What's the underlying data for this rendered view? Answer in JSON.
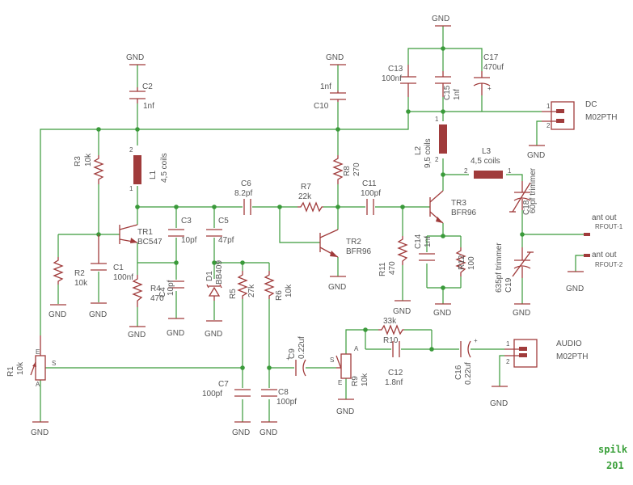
{
  "gnd": "GND",
  "components": {
    "C2": {
      "ref": "C2",
      "value": "1nf"
    },
    "C10": {
      "ref": "C10",
      "value": "1nf"
    },
    "C13": {
      "ref": "C13",
      "value": "100nf"
    },
    "C15": {
      "ref": "C15",
      "value": "1nf"
    },
    "C17": {
      "ref": "C17",
      "value": "470uf"
    },
    "L1": {
      "ref": "L1",
      "value": "4,5 coils"
    },
    "L2": {
      "ref": "L2",
      "value": "9,5 coils"
    },
    "L3": {
      "ref": "L3",
      "value": "4,5 coils"
    },
    "R3": {
      "ref": "R3",
      "value": "10k"
    },
    "R8": {
      "ref": "R8",
      "value": "270"
    },
    "C6": {
      "ref": "C6",
      "value": "8.2pf"
    },
    "R7": {
      "ref": "R7",
      "value": "22k"
    },
    "C11": {
      "ref": "C11",
      "value": "100pf"
    },
    "TR1": {
      "ref": "TR1",
      "value": "BC547"
    },
    "TR2": {
      "ref": "TR2",
      "value": "BFR96"
    },
    "TR3": {
      "ref": "TR3",
      "value": "BFR96"
    },
    "C3": {
      "ref": "C3",
      "value": "10pf"
    },
    "C5": {
      "ref": "C5",
      "value": "47pf"
    },
    "C18": {
      "ref": "C18",
      "value": "60pf trimmer"
    },
    "C19": {
      "ref": "C19",
      "value": "635pf trimmer"
    },
    "R2": {
      "ref": "R2",
      "value": "10k"
    },
    "C1": {
      "ref": "C1",
      "value": "100nf"
    },
    "C4": {
      "ref": "C4",
      "value": "10pf"
    },
    "R4": {
      "ref": "R4",
      "value": "470"
    },
    "D1": {
      "ref": "D1",
      "value": "BB409"
    },
    "R5": {
      "ref": "R5",
      "value": "27k"
    },
    "R6": {
      "ref": "R6",
      "value": "10k"
    },
    "C14": {
      "ref": "C14",
      "value": "1nf"
    },
    "R12": {
      "ref": "R12",
      "value": "100"
    },
    "R11": {
      "ref": "R11",
      "value": "470"
    },
    "R10": {
      "ref": "R10",
      "value": "33k"
    },
    "C12": {
      "ref": "C12",
      "value": "1.8nf"
    },
    "C9": {
      "ref": "C9",
      "value": "0.22uf"
    },
    "C16": {
      "ref": "C16",
      "value": "0.22uf"
    },
    "R1": {
      "ref": "R1",
      "value": "10k"
    },
    "R9": {
      "ref": "R9",
      "value": "10k"
    },
    "C7": {
      "ref": "C7",
      "value": "100pf"
    },
    "C8": {
      "ref": "C8",
      "value": "100pf"
    }
  },
  "connectors": {
    "dc": {
      "name": "DC",
      "type": "M02PTH"
    },
    "audio": {
      "name": "AUDIO",
      "type": "M02PTH"
    }
  },
  "outputs": {
    "ant1": {
      "label": "ant out",
      "pin": "RFOUT-1"
    },
    "ant2": {
      "label": "ant out",
      "pin": "RFOUT-2"
    }
  },
  "pins": {
    "one": "1",
    "two": "2",
    "pot_e": "E",
    "pot_a": "A",
    "pot_s": "S"
  },
  "signature": {
    "name": "spilk",
    "year": "201"
  }
}
